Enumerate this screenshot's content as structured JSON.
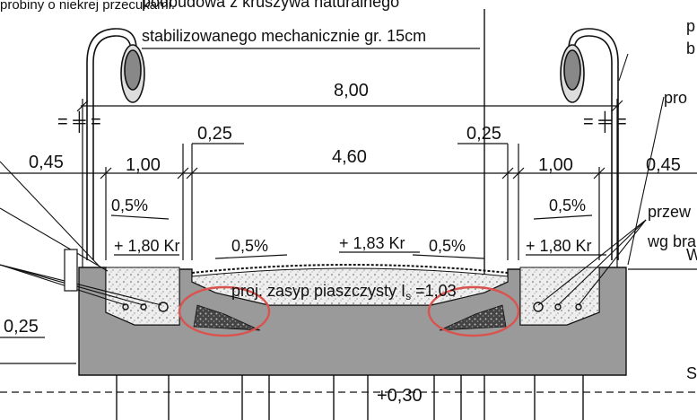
{
  "top_text": {
    "line1": "probiny o niekrej przecukami.",
    "line2": "podbudowa z kruszywa naturalnego",
    "line3": "stabilizowanego mechanicznie gr. 15cm"
  },
  "dimensions": {
    "overall_width": "8,00",
    "roadway_width": "4,60",
    "curb_left": "0,25",
    "curb_right": "0,25",
    "sidewalk_left": "1,00",
    "sidewalk_right": "1,00",
    "edge_left": "0,45",
    "edge_right": "0,45",
    "bottom_left": "0,25",
    "bottom_center": "+0,30"
  },
  "slopes": {
    "sidewalk_left": "0,5%",
    "sidewalk_right": "0,5%",
    "road_left": "0,5%",
    "road_right": "0,5%"
  },
  "elevations": {
    "left": "+ 1,80 Kr",
    "center": "+ 1,83 Kr",
    "right": "+ 1,80 Kr"
  },
  "fill_label": {
    "prefix": "proj. zasyp piaszczysty I",
    "subscript": "s",
    "suffix": " =1,03"
  },
  "right_labels": {
    "p": "p",
    "b": "b",
    "pro": "pro",
    "przew": "przew",
    "wg_bra": "wg bra",
    "w": "W",
    "s": "S"
  },
  "colors": {
    "concrete": "#9a9a9a",
    "concrete_light": "#c8c8c8",
    "highlight": "#d9534f",
    "line": "#111111"
  }
}
